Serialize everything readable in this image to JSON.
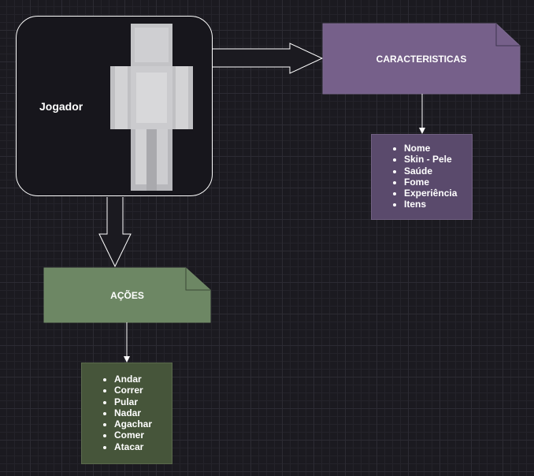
{
  "player": {
    "label": "Jogador"
  },
  "characteristics": {
    "title": "CARACTERISTICAS",
    "items": [
      "Nome",
      "Skin - Pele",
      "Saúde",
      "Fome",
      "Experiência",
      "Itens"
    ]
  },
  "actions": {
    "title": "AÇÕES",
    "items": [
      "Andar",
      "Correr",
      "Pular",
      "Nadar",
      "Agachar",
      "Comer",
      "Atacar"
    ]
  },
  "colors": {
    "background": "#1b1a20",
    "characteristics_fill": "#76608a",
    "characteristics_list_fill": "#5a4a6c",
    "actions_fill": "#6d8764",
    "actions_list_fill": "#46553a"
  }
}
